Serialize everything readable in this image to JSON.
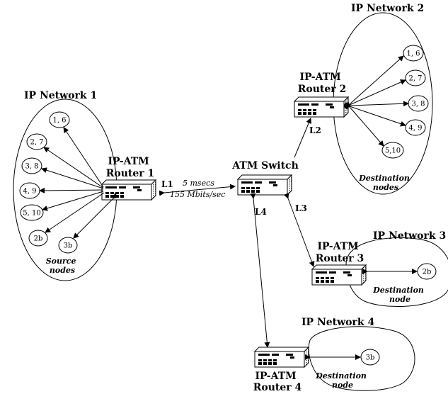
{
  "networks": {
    "n1": "IP Network 1",
    "n2": "IP Network 2",
    "n3": "IP Network 3",
    "n4": "IP Network 4"
  },
  "routers": {
    "r1": [
      "IP-ATM",
      "Router 1"
    ],
    "r2": [
      "IP-ATM",
      "Router 2"
    ],
    "r3": [
      "IP-ATM",
      "Router 3"
    ],
    "r4": [
      "IP-ATM",
      "Router 4"
    ]
  },
  "switch_label": "ATM Switch",
  "links": {
    "l1": "L1",
    "l2": "L2",
    "l3": "L3",
    "l4": "L4",
    "l1_delay": "5 msecs",
    "l1_rate": "155 Mbits/sec"
  },
  "source_nodes": [
    "1, 6",
    "2, 7",
    "3, 8",
    "4, 9",
    "5, 10",
    "2b",
    "3b"
  ],
  "dest_nodes_n2": [
    "1, 6",
    "2, 7",
    "3, 8",
    "4, 9",
    "5,10"
  ],
  "dest_node_n3": "2b",
  "dest_node_n4": "3b",
  "captions": {
    "source": [
      "Source",
      "nodes"
    ],
    "dest_n2": [
      "Destination",
      "nodes"
    ],
    "dest_n3": [
      "Destination",
      "node"
    ],
    "dest_n4": [
      "Destination",
      "node"
    ]
  }
}
